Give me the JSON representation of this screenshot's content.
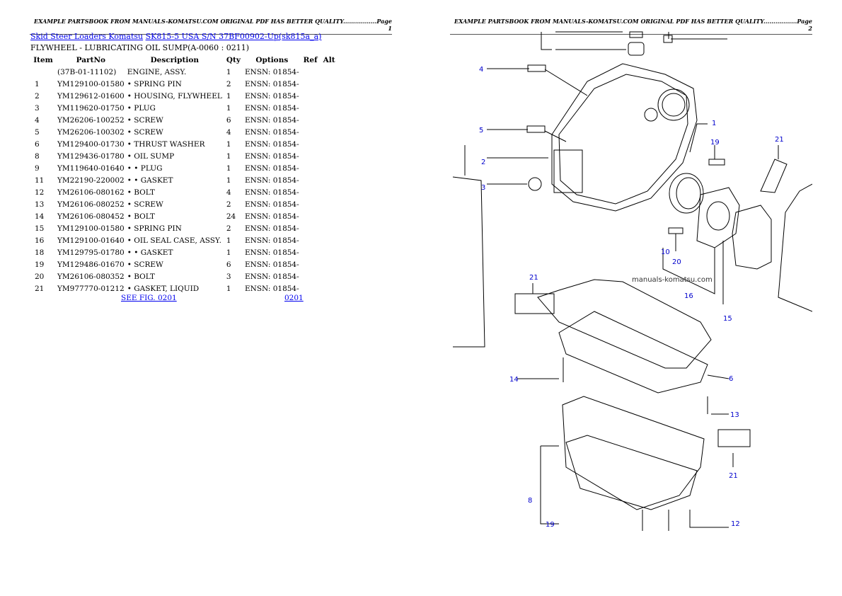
{
  "page1": {
    "header": "EXAMPLE PARTSBOOK FROM MANUALS-KOMATSU.COM ORIGINAL PDF HAS BETTER QUALITY.................Page 1",
    "breadcrumb": [
      "Skid Steer Loaders Komatsu",
      "SK815-5 USA S/N 37BF00902-Up(sk815a_a)"
    ],
    "title": "FLYWHEEL - LUBRICATING OIL SUMP(A-0060 : 0211)",
    "columns": [
      "Item",
      "PartNo",
      "Description",
      "Qty",
      "Options",
      "Ref",
      "Alt"
    ],
    "rows": [
      {
        "item": "",
        "partno": "(37B-01-11102)",
        "desc": "ENGINE, ASSY.",
        "qty": "1",
        "options": "ENSN: 01854-"
      },
      {
        "item": "1",
        "partno": "YM129100-01580",
        "desc": "• SPRING PIN",
        "qty": "2",
        "options": "ENSN: 01854-"
      },
      {
        "item": "2",
        "partno": "YM129612-01600",
        "desc": "• HOUSING, FLYWHEEL",
        "qty": "1",
        "options": "ENSN: 01854-"
      },
      {
        "item": "3",
        "partno": "YM119620-01750",
        "desc": "• PLUG",
        "qty": "1",
        "options": "ENSN: 01854-"
      },
      {
        "item": "4",
        "partno": "YM26206-100252",
        "desc": "• SCREW",
        "qty": "6",
        "options": "ENSN: 01854-"
      },
      {
        "item": "5",
        "partno": "YM26206-100302",
        "desc": "• SCREW",
        "qty": "4",
        "options": "ENSN: 01854-"
      },
      {
        "item": "6",
        "partno": "YM129400-01730",
        "desc": "• THRUST WASHER",
        "qty": "1",
        "options": "ENSN: 01854-"
      },
      {
        "item": "8",
        "partno": "YM129436-01780",
        "desc": "• OIL SUMP",
        "qty": "1",
        "options": "ENSN: 01854-"
      },
      {
        "item": "9",
        "partno": "YM119640-01640",
        "desc": "• • PLUG",
        "qty": "1",
        "options": "ENSN: 01854-"
      },
      {
        "item": "11",
        "partno": "YM22190-220002",
        "desc": "• • GASKET",
        "qty": "1",
        "options": "ENSN: 01854-"
      },
      {
        "item": "12",
        "partno": "YM26106-080162",
        "desc": "• BOLT",
        "qty": "4",
        "options": "ENSN: 01854-"
      },
      {
        "item": "13",
        "partno": "YM26106-080252",
        "desc": "• SCREW",
        "qty": "2",
        "options": "ENSN: 01854-"
      },
      {
        "item": "14",
        "partno": "YM26106-080452",
        "desc": "• BOLT",
        "qty": "24",
        "options": "ENSN: 01854-"
      },
      {
        "item": "15",
        "partno": "YM129100-01580",
        "desc": "• SPRING PIN",
        "qty": "2",
        "options": "ENSN: 01854-"
      },
      {
        "item": "16",
        "partno": "YM129100-01640",
        "desc": "• OIL SEAL CASE, ASSY.",
        "qty": "1",
        "options": "ENSN: 01854-"
      },
      {
        "item": "18",
        "partno": "YM129795-01780",
        "desc": "• • GASKET",
        "qty": "1",
        "options": "ENSN: 01854-"
      },
      {
        "item": "19",
        "partno": "YM129486-01670",
        "desc": "• SCREW",
        "qty": "6",
        "options": "ENSN: 01854-"
      },
      {
        "item": "20",
        "partno": "YM26106-080352",
        "desc": "• BOLT",
        "qty": "3",
        "options": "ENSN: 01854-"
      },
      {
        "item": "21",
        "partno": "YM977770-01212",
        "desc": "• GASKET, LIQUID",
        "qty": "1",
        "options": "ENSN: 01854-"
      }
    ],
    "see_fig": "SEE FIG. 0201",
    "ref_link": "0201"
  },
  "page2": {
    "header": "EXAMPLE PARTSBOOK FROM MANUALS-KOMATSU.COM ORIGINAL PDF HAS BETTER QUALITY.................Page 2",
    "watermark": "manuals-komatsu.com",
    "callouts": [
      "4",
      "5",
      "2",
      "3",
      "1",
      "19",
      "21",
      "10",
      "20",
      "16",
      "15",
      "21",
      "14",
      "6",
      "13",
      "21",
      "8",
      "19",
      "12"
    ],
    "callout_color": "#0000cc"
  }
}
